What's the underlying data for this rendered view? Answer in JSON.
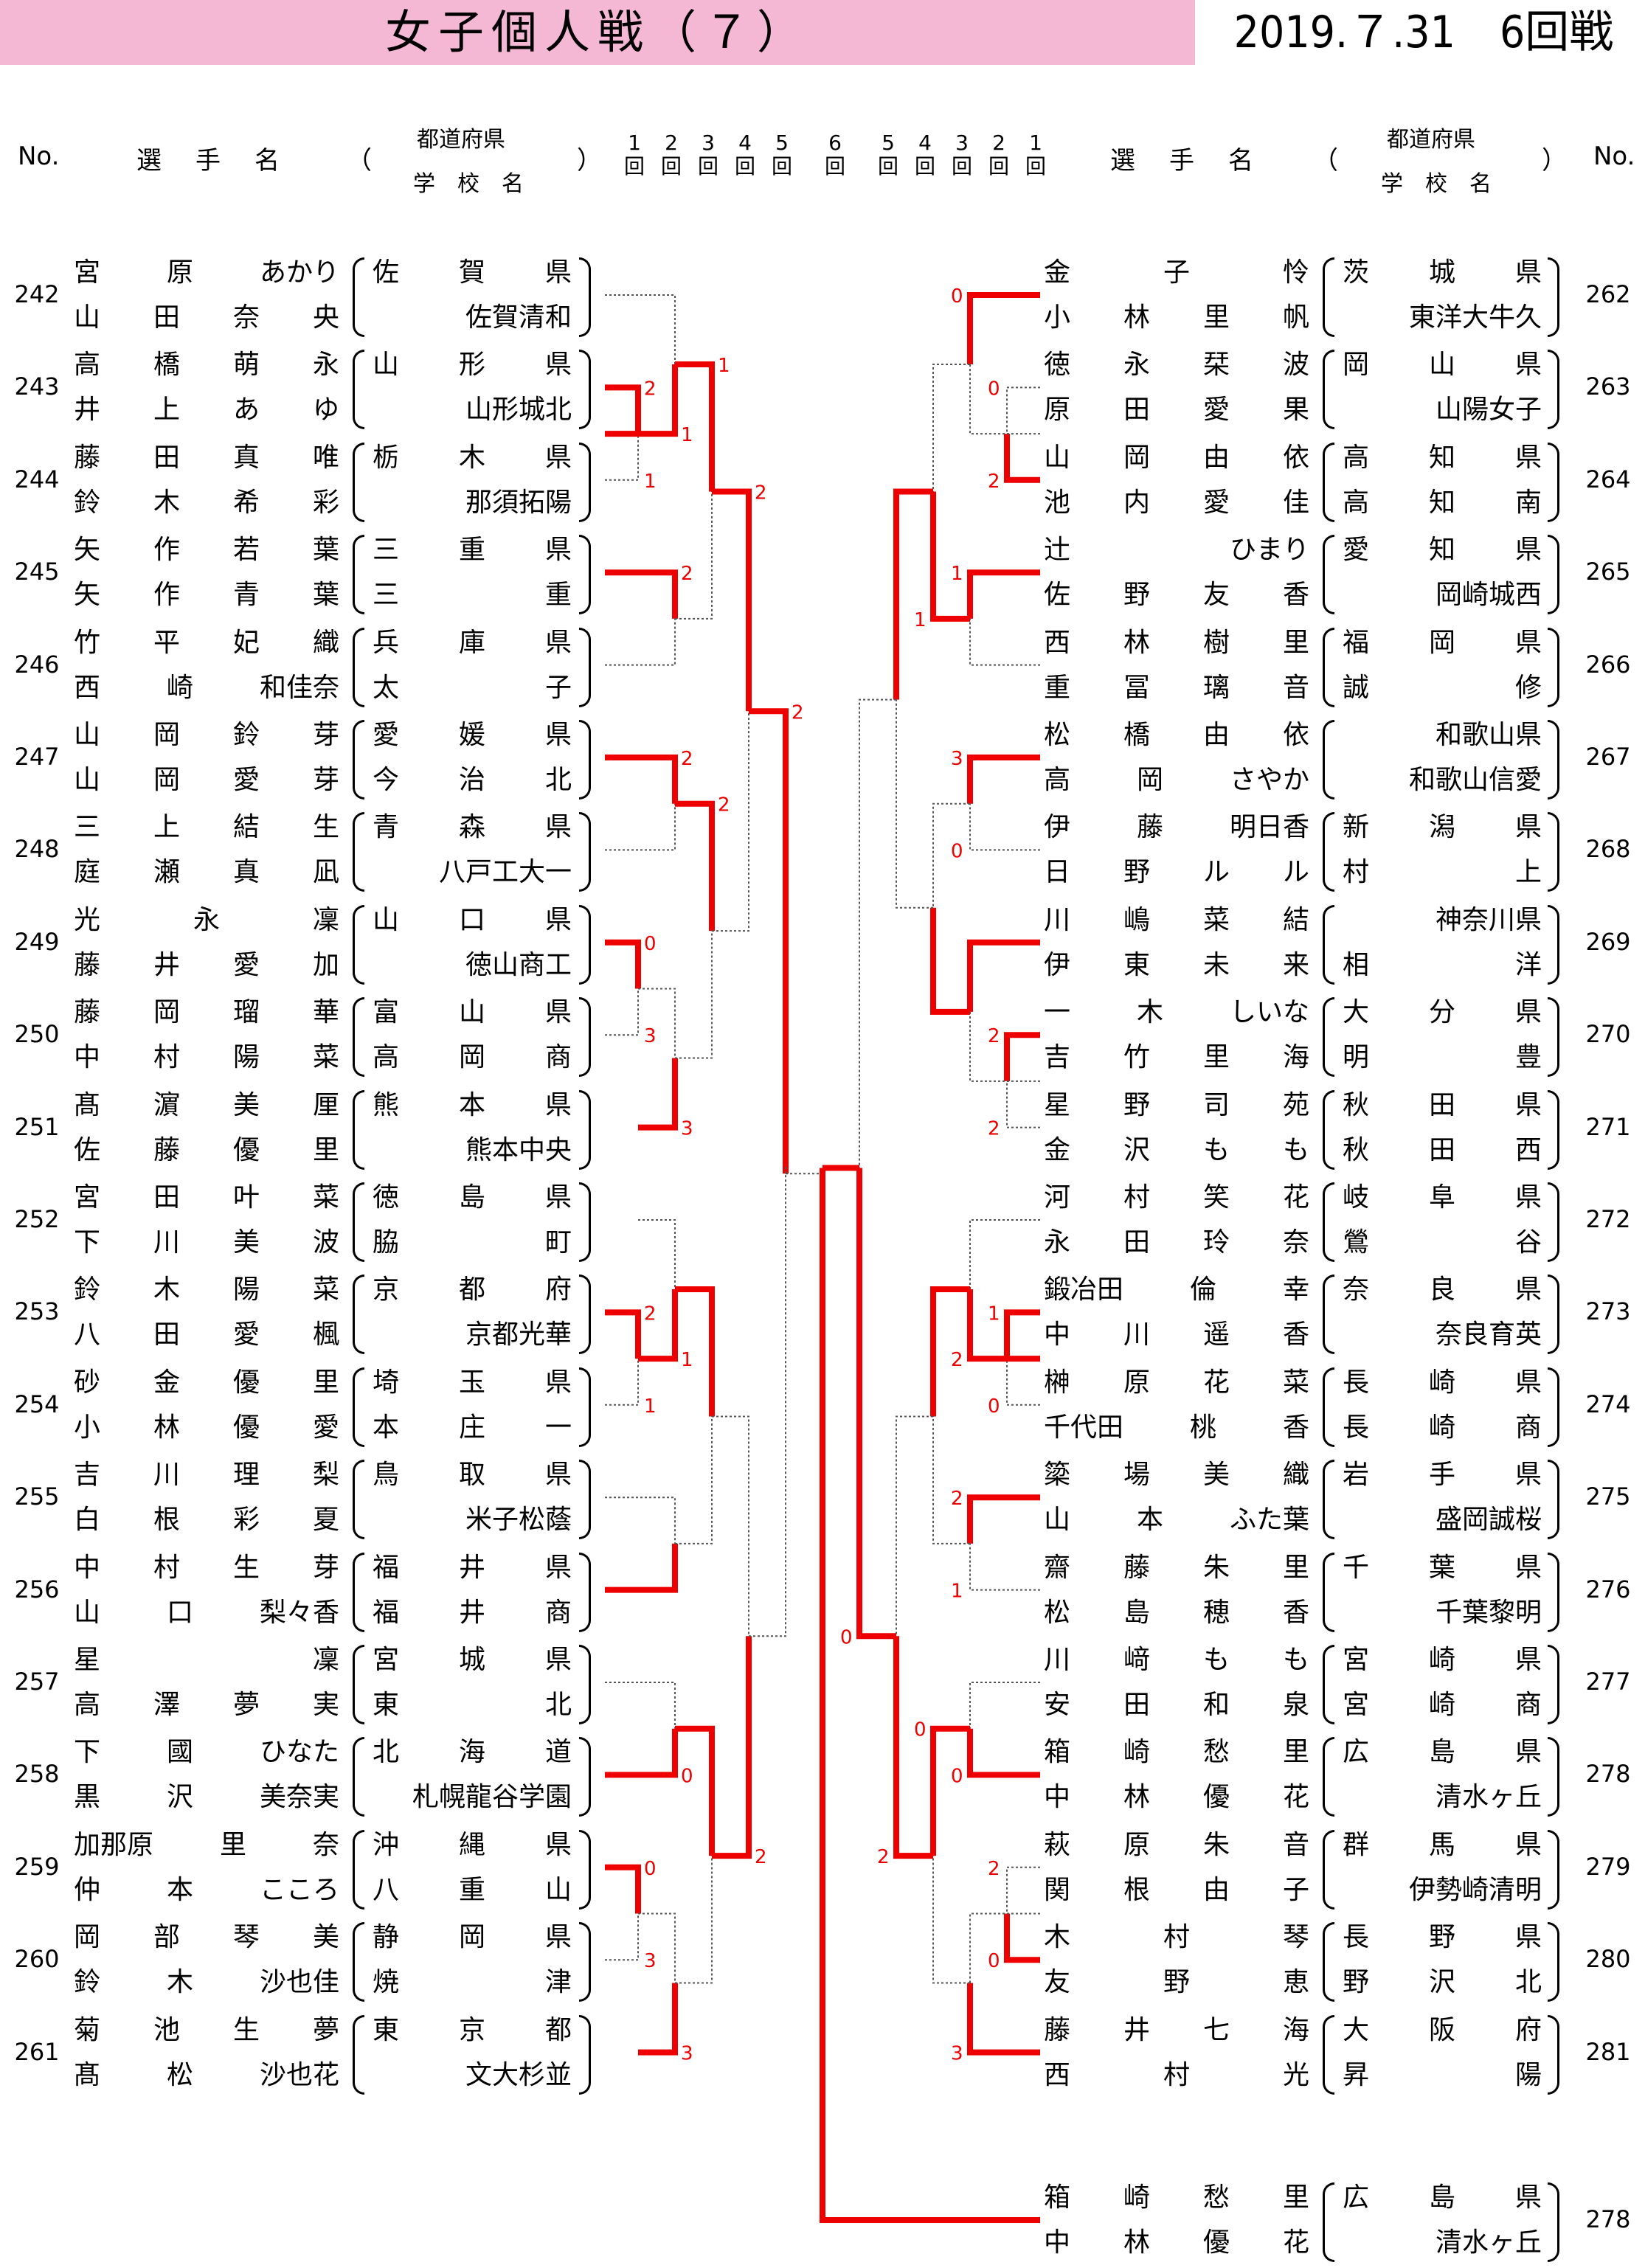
{
  "title": "女子個人戦（７）",
  "date": "2019.７.31　6回戦",
  "header": {
    "no": "No.",
    "name": "選　手　名",
    "pref": "都道府県",
    "school": "学　校　名",
    "paren_open": "（",
    "paren_close": "）",
    "rounds_left": [
      "1回",
      "2回",
      "3回",
      "4回",
      "5回"
    ],
    "round_center": "6回",
    "rounds_right": [
      "5回",
      "4回",
      "3回",
      "2回",
      "1回"
    ]
  },
  "left_entries": [
    {
      "no": "242",
      "p": [
        [
          "宮 原 あかり",
          "佐 賀 県"
        ],
        [
          "山 田 奈 央",
          "佐賀清和"
        ]
      ]
    },
    {
      "no": "243",
      "p": [
        [
          "高 橋 萌 永",
          "山 形 県"
        ],
        [
          "井 上 あ ゆ",
          "山形城北"
        ]
      ]
    },
    {
      "no": "244",
      "p": [
        [
          "藤 田 真 唯",
          "栃 木 県"
        ],
        [
          "鈴 木 希 彩",
          "那須拓陽"
        ]
      ]
    },
    {
      "no": "245",
      "p": [
        [
          "矢 作 若 葉",
          "三 重 県"
        ],
        [
          "矢 作 青 葉",
          "三 重"
        ]
      ]
    },
    {
      "no": "246",
      "p": [
        [
          "竹 平 妃 織",
          "兵 庫 県"
        ],
        [
          "西 崎 和佳奈",
          "太 子"
        ]
      ]
    },
    {
      "no": "247",
      "p": [
        [
          "山 岡 鈴 芽",
          "愛 媛 県"
        ],
        [
          "山 岡 愛 芽",
          "今 治 北"
        ]
      ]
    },
    {
      "no": "248",
      "p": [
        [
          "三 上 結 生",
          "青 森 県"
        ],
        [
          "庭 瀬 真 凪",
          "八戸工大一"
        ]
      ]
    },
    {
      "no": "249",
      "p": [
        [
          "光 永 凜",
          "山 口 県"
        ],
        [
          "藤 井 愛 加",
          "徳山商工"
        ]
      ]
    },
    {
      "no": "250",
      "p": [
        [
          "藤 岡 瑠 華",
          "富 山 県"
        ],
        [
          "中 村 陽 菜",
          "高 岡 商"
        ]
      ]
    },
    {
      "no": "251",
      "p": [
        [
          "髙 濵 美 厘",
          "熊 本 県"
        ],
        [
          "佐 藤 優 里",
          "熊本中央"
        ]
      ]
    },
    {
      "no": "252",
      "p": [
        [
          "宮 田 叶 菜",
          "徳 島 県"
        ],
        [
          "下 川 美 波",
          "脇 町"
        ]
      ]
    },
    {
      "no": "253",
      "p": [
        [
          "鈴 木 陽 菜",
          "京 都 府"
        ],
        [
          "八 田 愛 楓",
          "京都光華"
        ]
      ]
    },
    {
      "no": "254",
      "p": [
        [
          "砂 金 優 里",
          "埼 玉 県"
        ],
        [
          "小 林 優 愛",
          "本 庄 一"
        ]
      ]
    },
    {
      "no": "255",
      "p": [
        [
          "吉 川 理 梨",
          "鳥 取 県"
        ],
        [
          "白 根 彩 夏",
          "米子松蔭"
        ]
      ]
    },
    {
      "no": "256",
      "p": [
        [
          "中 村 生 芽",
          "福 井 県"
        ],
        [
          "山 口 梨々香",
          "福 井 商"
        ]
      ]
    },
    {
      "no": "257",
      "p": [
        [
          "星 凜",
          "宮 城 県"
        ],
        [
          "高 澤 夢 実",
          "東 北"
        ]
      ]
    },
    {
      "no": "258",
      "p": [
        [
          "下 國 ひなた",
          "北 海 道"
        ],
        [
          "黒 沢 美奈実",
          "札幌龍谷学園"
        ]
      ]
    },
    {
      "no": "259",
      "p": [
        [
          "加那原 里 奈",
          "沖 縄 県"
        ],
        [
          "仲 本 こころ",
          "八 重 山"
        ]
      ]
    },
    {
      "no": "260",
      "p": [
        [
          "岡 部 琴 美",
          "静 岡 県"
        ],
        [
          "鈴 木 沙也佳",
          "焼 津"
        ]
      ]
    },
    {
      "no": "261",
      "p": [
        [
          "菊 池 生 夢",
          "東 京 都"
        ],
        [
          "髙 松 沙也花",
          "文大杉並"
        ]
      ]
    }
  ],
  "right_entries": [
    {
      "no": "262",
      "p": [
        [
          "金 子 怜",
          "茨 城 県"
        ],
        [
          "小 林 里 帆",
          "東洋大牛久"
        ]
      ]
    },
    {
      "no": "263",
      "p": [
        [
          "徳 永 栞 波",
          "岡 山 県"
        ],
        [
          "原 田 愛 果",
          "山陽女子"
        ]
      ]
    },
    {
      "no": "264",
      "p": [
        [
          "山 岡 由 依",
          "高 知 県"
        ],
        [
          "池 内 愛 佳",
          "高 知 南"
        ]
      ]
    },
    {
      "no": "265",
      "p": [
        [
          "辻 ひまり",
          "愛 知 県"
        ],
        [
          "佐 野 友 香",
          "岡崎城西"
        ]
      ]
    },
    {
      "no": "266",
      "p": [
        [
          "西 林 樹 里",
          "福 岡 県"
        ],
        [
          "重 冨 璃 音",
          "誠 修"
        ]
      ]
    },
    {
      "no": "267",
      "p": [
        [
          "松 橋 由 依",
          "和歌山県"
        ],
        [
          "高 岡 さやか",
          "和歌山信愛"
        ]
      ]
    },
    {
      "no": "268",
      "p": [
        [
          "伊 藤 明日香",
          "新 潟 県"
        ],
        [
          "日 野 ル ル",
          "村 上"
        ]
      ]
    },
    {
      "no": "269",
      "p": [
        [
          "川 嶋 菜 結",
          "神奈川県"
        ],
        [
          "伊 東 未 来",
          "相 洋"
        ]
      ]
    },
    {
      "no": "270",
      "p": [
        [
          "一 木 しいな",
          "大 分 県"
        ],
        [
          "吉 竹 里 海",
          "明 豊"
        ]
      ]
    },
    {
      "no": "271",
      "p": [
        [
          "星 野 司 苑",
          "秋 田 県"
        ],
        [
          "金 沢 も も",
          "秋 田 西"
        ]
      ]
    },
    {
      "no": "272",
      "p": [
        [
          "河 村 笑 花",
          "岐 阜 県"
        ],
        [
          "永 田 玲 奈",
          "鶯 谷"
        ]
      ]
    },
    {
      "no": "273",
      "p": [
        [
          "鍛冶田 倫 幸",
          "奈 良 県"
        ],
        [
          "中 川 遥 香",
          "奈良育英"
        ]
      ]
    },
    {
      "no": "274",
      "p": [
        [
          "榊 原 花 菜",
          "長 崎 県"
        ],
        [
          "千代田 桃 香",
          "長 崎 商"
        ]
      ]
    },
    {
      "no": "275",
      "p": [
        [
          "簗 場 美 織",
          "岩 手 県"
        ],
        [
          "山 本 ふた葉",
          "盛岡誠桜"
        ]
      ]
    },
    {
      "no": "276",
      "p": [
        [
          "齋 藤 朱 里",
          "千 葉 県"
        ],
        [
          "松 島 穂 香",
          "千葉黎明"
        ]
      ]
    },
    {
      "no": "277",
      "p": [
        [
          "川 﨑 も も",
          "宮 崎 県"
        ],
        [
          "安 田 和 泉",
          "宮 崎 商"
        ]
      ]
    },
    {
      "no": "278",
      "p": [
        [
          "箱 崎 愁 里",
          "広 島 県"
        ],
        [
          "中 林 優 花",
          "清水ヶ丘"
        ]
      ]
    },
    {
      "no": "279",
      "p": [
        [
          "萩 原 朱 音",
          "群 馬 県"
        ],
        [
          "関 根 由 子",
          "伊勢崎清明"
        ]
      ]
    },
    {
      "no": "280",
      "p": [
        [
          "木 村 琴",
          "長 野 県"
        ],
        [
          "友 野 恵",
          "野 沢 北"
        ]
      ]
    },
    {
      "no": "281",
      "p": [
        [
          "藤 井 七 海",
          "大 阪 府"
        ],
        [
          "西 村 光",
          "昇 陽"
        ]
      ]
    }
  ],
  "champion": {
    "no": "278",
    "p": [
      [
        "箱 崎 愁 里",
        "広 島 県"
      ],
      [
        "中 林 優 花",
        "清水ヶ丘"
      ]
    ]
  },
  "scores": {
    "left": [
      [
        "2",
        "1"
      ],
      [
        "1",
        "2"
      ],
      [
        "1"
      ],
      [
        "0",
        "3",
        "2",
        "3"
      ],
      [
        "2",
        "1",
        "2"
      ],
      [
        "2",
        "1"
      ],
      [
        "0",
        "0",
        "3",
        "3"
      ],
      [
        "2",
        "2"
      ]
    ],
    "right": [
      [
        "0",
        "2",
        "0",
        "1"
      ],
      [
        "1",
        "2"
      ],
      [
        "3",
        "0"
      ],
      [
        "2",
        "0"
      ],
      [
        "1",
        "0",
        "2"
      ],
      [
        "2",
        "1",
        "0"
      ],
      [
        "0",
        "0",
        "2",
        "3"
      ],
      [
        "2"
      ]
    ]
  },
  "colors": {
    "win": "#ee0000",
    "lose": "#555555",
    "band": "#f4b8d4"
  }
}
